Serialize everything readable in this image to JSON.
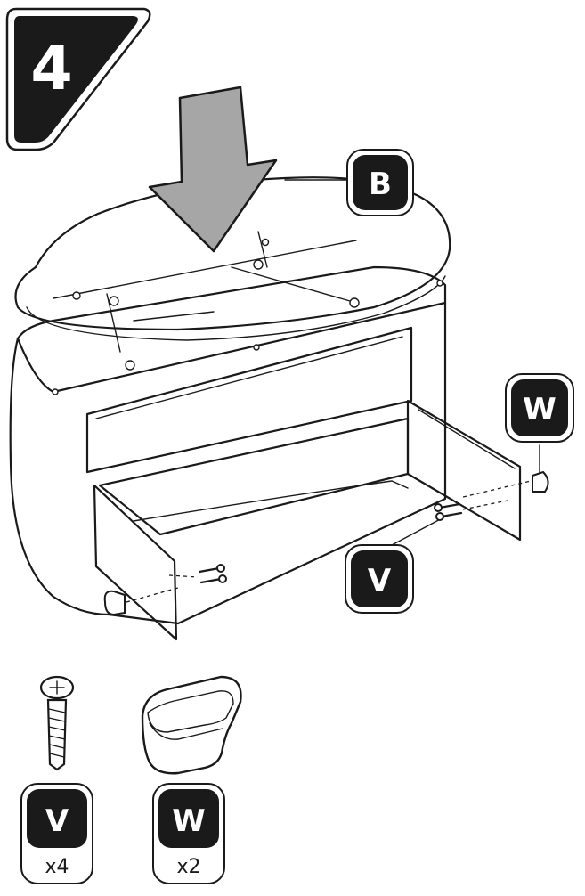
{
  "step": {
    "number": "4"
  },
  "callouts": {
    "b": "B",
    "w": "W",
    "v": "V"
  },
  "parts": [
    {
      "label": "V",
      "quantity": "x4",
      "icon": "screw-icon"
    },
    {
      "label": "W",
      "quantity": "x2",
      "icon": "knob-icon"
    }
  ],
  "colors": {
    "ink": "#1a1a1a",
    "arrow_fill": "#a6a6a6",
    "badge": "#1a1a1a",
    "panel": "#ffffff"
  }
}
